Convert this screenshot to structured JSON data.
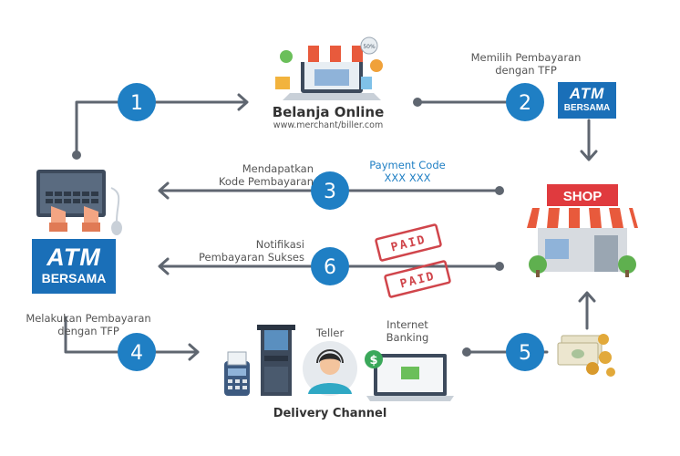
{
  "steps": [
    {
      "number": "1"
    },
    {
      "number": "2",
      "text_lines": [
        "Memilih Pembayaran",
        "dengan TFP"
      ]
    },
    {
      "number": "3",
      "text_lines": [
        "Mendapatkan",
        "Kode Pembayaran"
      ]
    },
    {
      "number": "4",
      "text_lines": [
        "Melakukan Pembayaran",
        "dengan TFP"
      ]
    },
    {
      "number": "5"
    },
    {
      "number": "6",
      "text_lines": [
        "Notifikasi",
        "Pembayaran Sukses"
      ]
    }
  ],
  "online_store": {
    "title": "Belanja Online",
    "url": "www.merchant/biller.com",
    "badge": "50%"
  },
  "payment_code": {
    "label": "Payment Code",
    "value": "XXX XXX"
  },
  "atm_logo": {
    "top": "ATM",
    "bottom": "BERSAMA"
  },
  "shop": {
    "sign": "SHOP"
  },
  "stamps": [
    "PAID",
    "PAID"
  ],
  "delivery": {
    "title": "Delivery Channel",
    "teller": "Teller",
    "internet_banking_lines": [
      "Internet",
      "Banking"
    ]
  },
  "colors": {
    "accent": "#1f7fc4",
    "line": "#5f6670",
    "shop_red": "#e03a3e",
    "stamp_red": "#d0454b"
  }
}
